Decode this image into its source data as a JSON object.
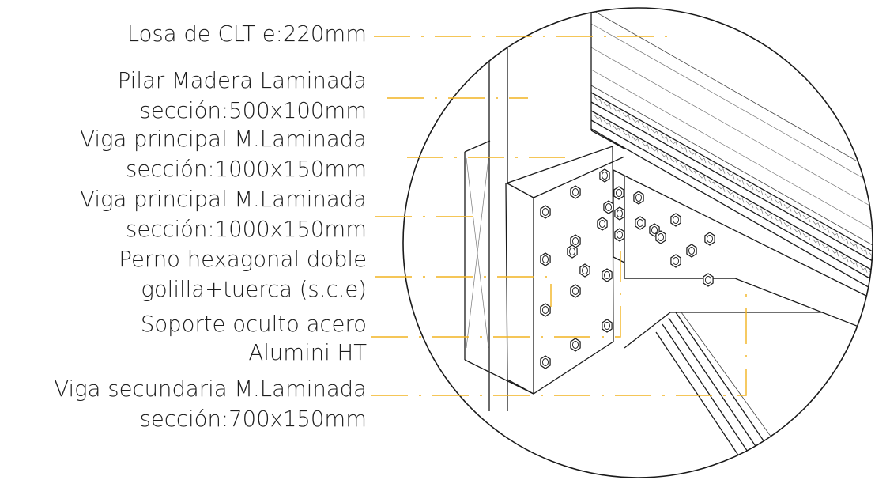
{
  "annotations": [
    {
      "id": "clt-slab",
      "lines": [
        "Losa de CLT e:220mm"
      ]
    },
    {
      "id": "glulam-column",
      "lines": [
        "Pilar Madera Laminada",
        "sección:500x100mm"
      ]
    },
    {
      "id": "main-beam-1",
      "lines": [
        "Viga principal M.Laminada",
        "sección:1000x150mm"
      ]
    },
    {
      "id": "main-beam-2",
      "lines": [
        "Viga principal M.Laminada",
        "sección:1000x150mm"
      ]
    },
    {
      "id": "hex-bolt",
      "lines": [
        "Perno hexagonal doble",
        "golilla+tuerca (s.c.e)"
      ]
    },
    {
      "id": "hidden-bracket",
      "lines": [
        "Soporte oculto acero",
        "Alumini HT"
      ]
    },
    {
      "id": "secondary-beam",
      "lines": [
        "Viga secundaria M.Laminada",
        "sección:700x150mm"
      ]
    }
  ],
  "colors": {
    "leader": "#f2b320",
    "linework": "#1a1a1a",
    "text": "#1e1e1e",
    "background": "#ffffff"
  }
}
